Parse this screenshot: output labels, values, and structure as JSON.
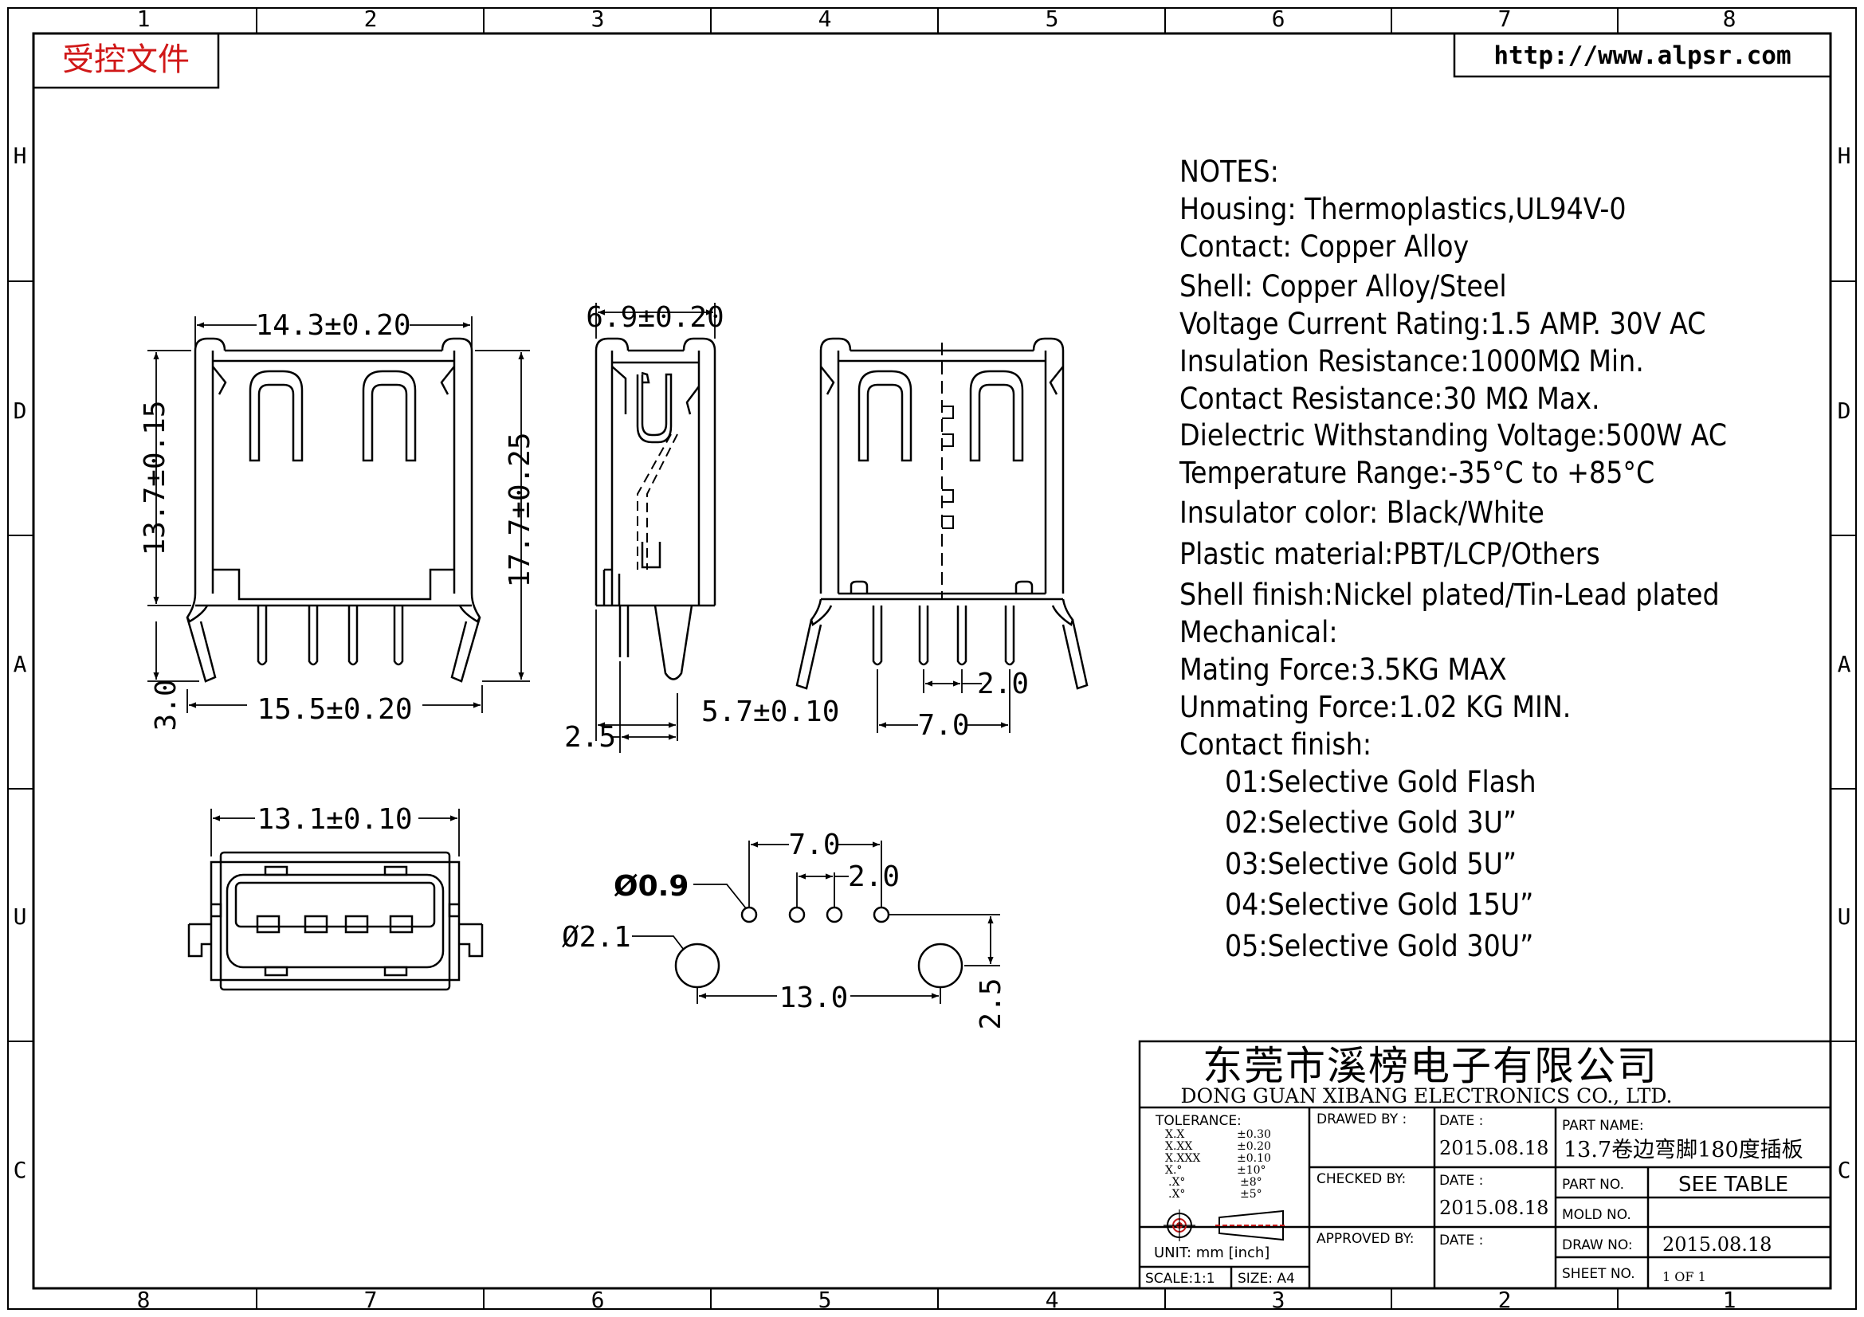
{
  "border": {
    "top_cols": [
      "1",
      "2",
      "3",
      "4",
      "5",
      "6",
      "7",
      "8"
    ],
    "bottom_cols": [
      "8",
      "7",
      "6",
      "5",
      "4",
      "3",
      "2",
      "1"
    ],
    "rows": [
      "H",
      "D",
      "A",
      "U",
      "C"
    ]
  },
  "stamp": "受控文件",
  "url": "http://www.alpsr.com",
  "notes": {
    "heading": "NOTES:",
    "lines": [
      "Housing:  Thermoplastics,UL94V-0",
      "Contact:  Copper  Alloy",
      "Shell:  Copper  Alloy/Steel",
      "Voltage  Current  Rating:1.5  AMP.  30V  AC",
      "Insulation  Resistance:1000MΩ  Min.",
      "Contact  Resistance:30  MΩ  Max.",
      "Dielectric  Withstanding  Voltage:500W  AC",
      "Temperature  Range:-35°C  to  +85°C",
      "Insulator  color:  Black/White",
      "Plastic  material:PBT/LCP/Others",
      "Shell  finish:Nickel  plated/Tin-Lead  plated",
      "Mechanical:",
      "Mating  Force:3.5KG  MAX",
      "Unmating  Force:1.02  KG  MIN.",
      "Contact  finish:"
    ],
    "finishes": [
      "01:Selective  Gold  Flash",
      "02:Selective  Gold  3U”",
      "03:Selective  Gold  5U”",
      "04:Selective  Gold  15U”",
      "05:Selective  Gold  30U”"
    ]
  },
  "dims": {
    "front_width": "14.3±0.20",
    "front_height": "13.7±0.15",
    "total_height": "17.7±0.25",
    "leg_length": "3.0",
    "foot_width": "15.5±0.20",
    "side_width": "6.9±0.20",
    "side_pin_offset": "2.5",
    "side_depth": "5.7±0.10",
    "rear_pin_pitch": "2.0",
    "rear_pin_span": "7.0",
    "face_width": "13.1±0.10",
    "hole_span": "7.0",
    "hole_pitch": "2.0",
    "small_hole": "Ø0.9",
    "large_hole": "Ø2.1",
    "peg_span": "13.0",
    "row_offset": "2.5"
  },
  "title_block": {
    "company_cn": "东莞市溪榜电子有限公司",
    "company_en": "DONG  GUAN  XIBANG  ELECTRONICS  CO.,  LTD.",
    "tolerance_label": "TOLERANCE:",
    "tolerances": [
      [
        "X.X",
        "±0.30"
      ],
      [
        "X.XX",
        "±0.20"
      ],
      [
        "X.XXX",
        "±0.10"
      ],
      [
        "X.°",
        "±10°"
      ],
      [
        ".X°",
        "±8°"
      ],
      [
        ".X°",
        "±5°"
      ]
    ],
    "unit": "UNIT:  mm  [inch]",
    "scale": "SCALE:1:1",
    "size": "SIZE:  A4",
    "drawn_by": "DRAWED  BY :",
    "checked_by": "CHECKED  BY:",
    "approved_by": "APPROVED  BY:",
    "date_label": "DATE  :",
    "date1": "2015.08.18",
    "date2": "2015.08.18",
    "part_name_label": "PART  NAME:",
    "part_name": "13.7卷边弯脚180度插板",
    "part_no_label": "PART  NO.",
    "part_no": "SEE  TABLE",
    "mold_no_label": "MOLD  NO.",
    "draw_no_label": "DRAW  NO:",
    "draw_no": "2015.08.18",
    "sheet_no_label": "SHEET  NO.",
    "sheet_no": "1  OF  1"
  }
}
